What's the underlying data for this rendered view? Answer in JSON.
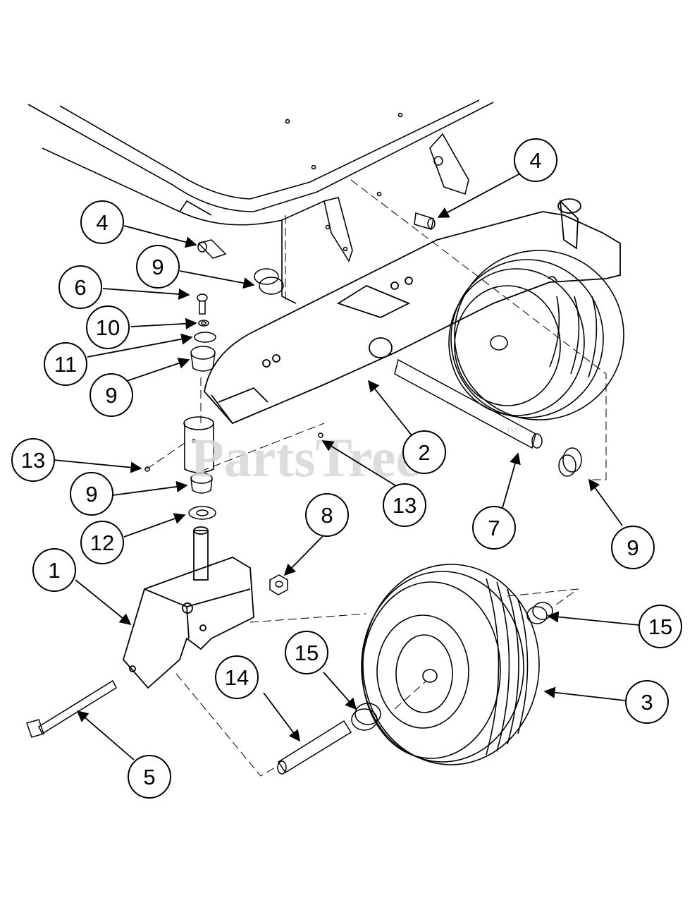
{
  "watermark": {
    "text": "PartsTree",
    "trademark": "TM"
  },
  "colors": {
    "line": "#000000",
    "watermark": "#d6d6d6",
    "background": "#ffffff"
  },
  "callouts": [
    {
      "id": "c1",
      "label": "1"
    },
    {
      "id": "c2",
      "label": "2"
    },
    {
      "id": "c3",
      "label": "3"
    },
    {
      "id": "c4a",
      "label": "4"
    },
    {
      "id": "c4b",
      "label": "4"
    },
    {
      "id": "c5",
      "label": "5"
    },
    {
      "id": "c6",
      "label": "6"
    },
    {
      "id": "c7",
      "label": "7"
    },
    {
      "id": "c8",
      "label": "8"
    },
    {
      "id": "c9a",
      "label": "9"
    },
    {
      "id": "c9b",
      "label": "9"
    },
    {
      "id": "c9c",
      "label": "9"
    },
    {
      "id": "c9d",
      "label": "9"
    },
    {
      "id": "c10",
      "label": "10"
    },
    {
      "id": "c11",
      "label": "11"
    },
    {
      "id": "c12",
      "label": "12"
    },
    {
      "id": "c13a",
      "label": "13"
    },
    {
      "id": "c13b",
      "label": "13"
    },
    {
      "id": "c14",
      "label": "14"
    },
    {
      "id": "c15a",
      "label": "15"
    },
    {
      "id": "c15b",
      "label": "15"
    }
  ]
}
